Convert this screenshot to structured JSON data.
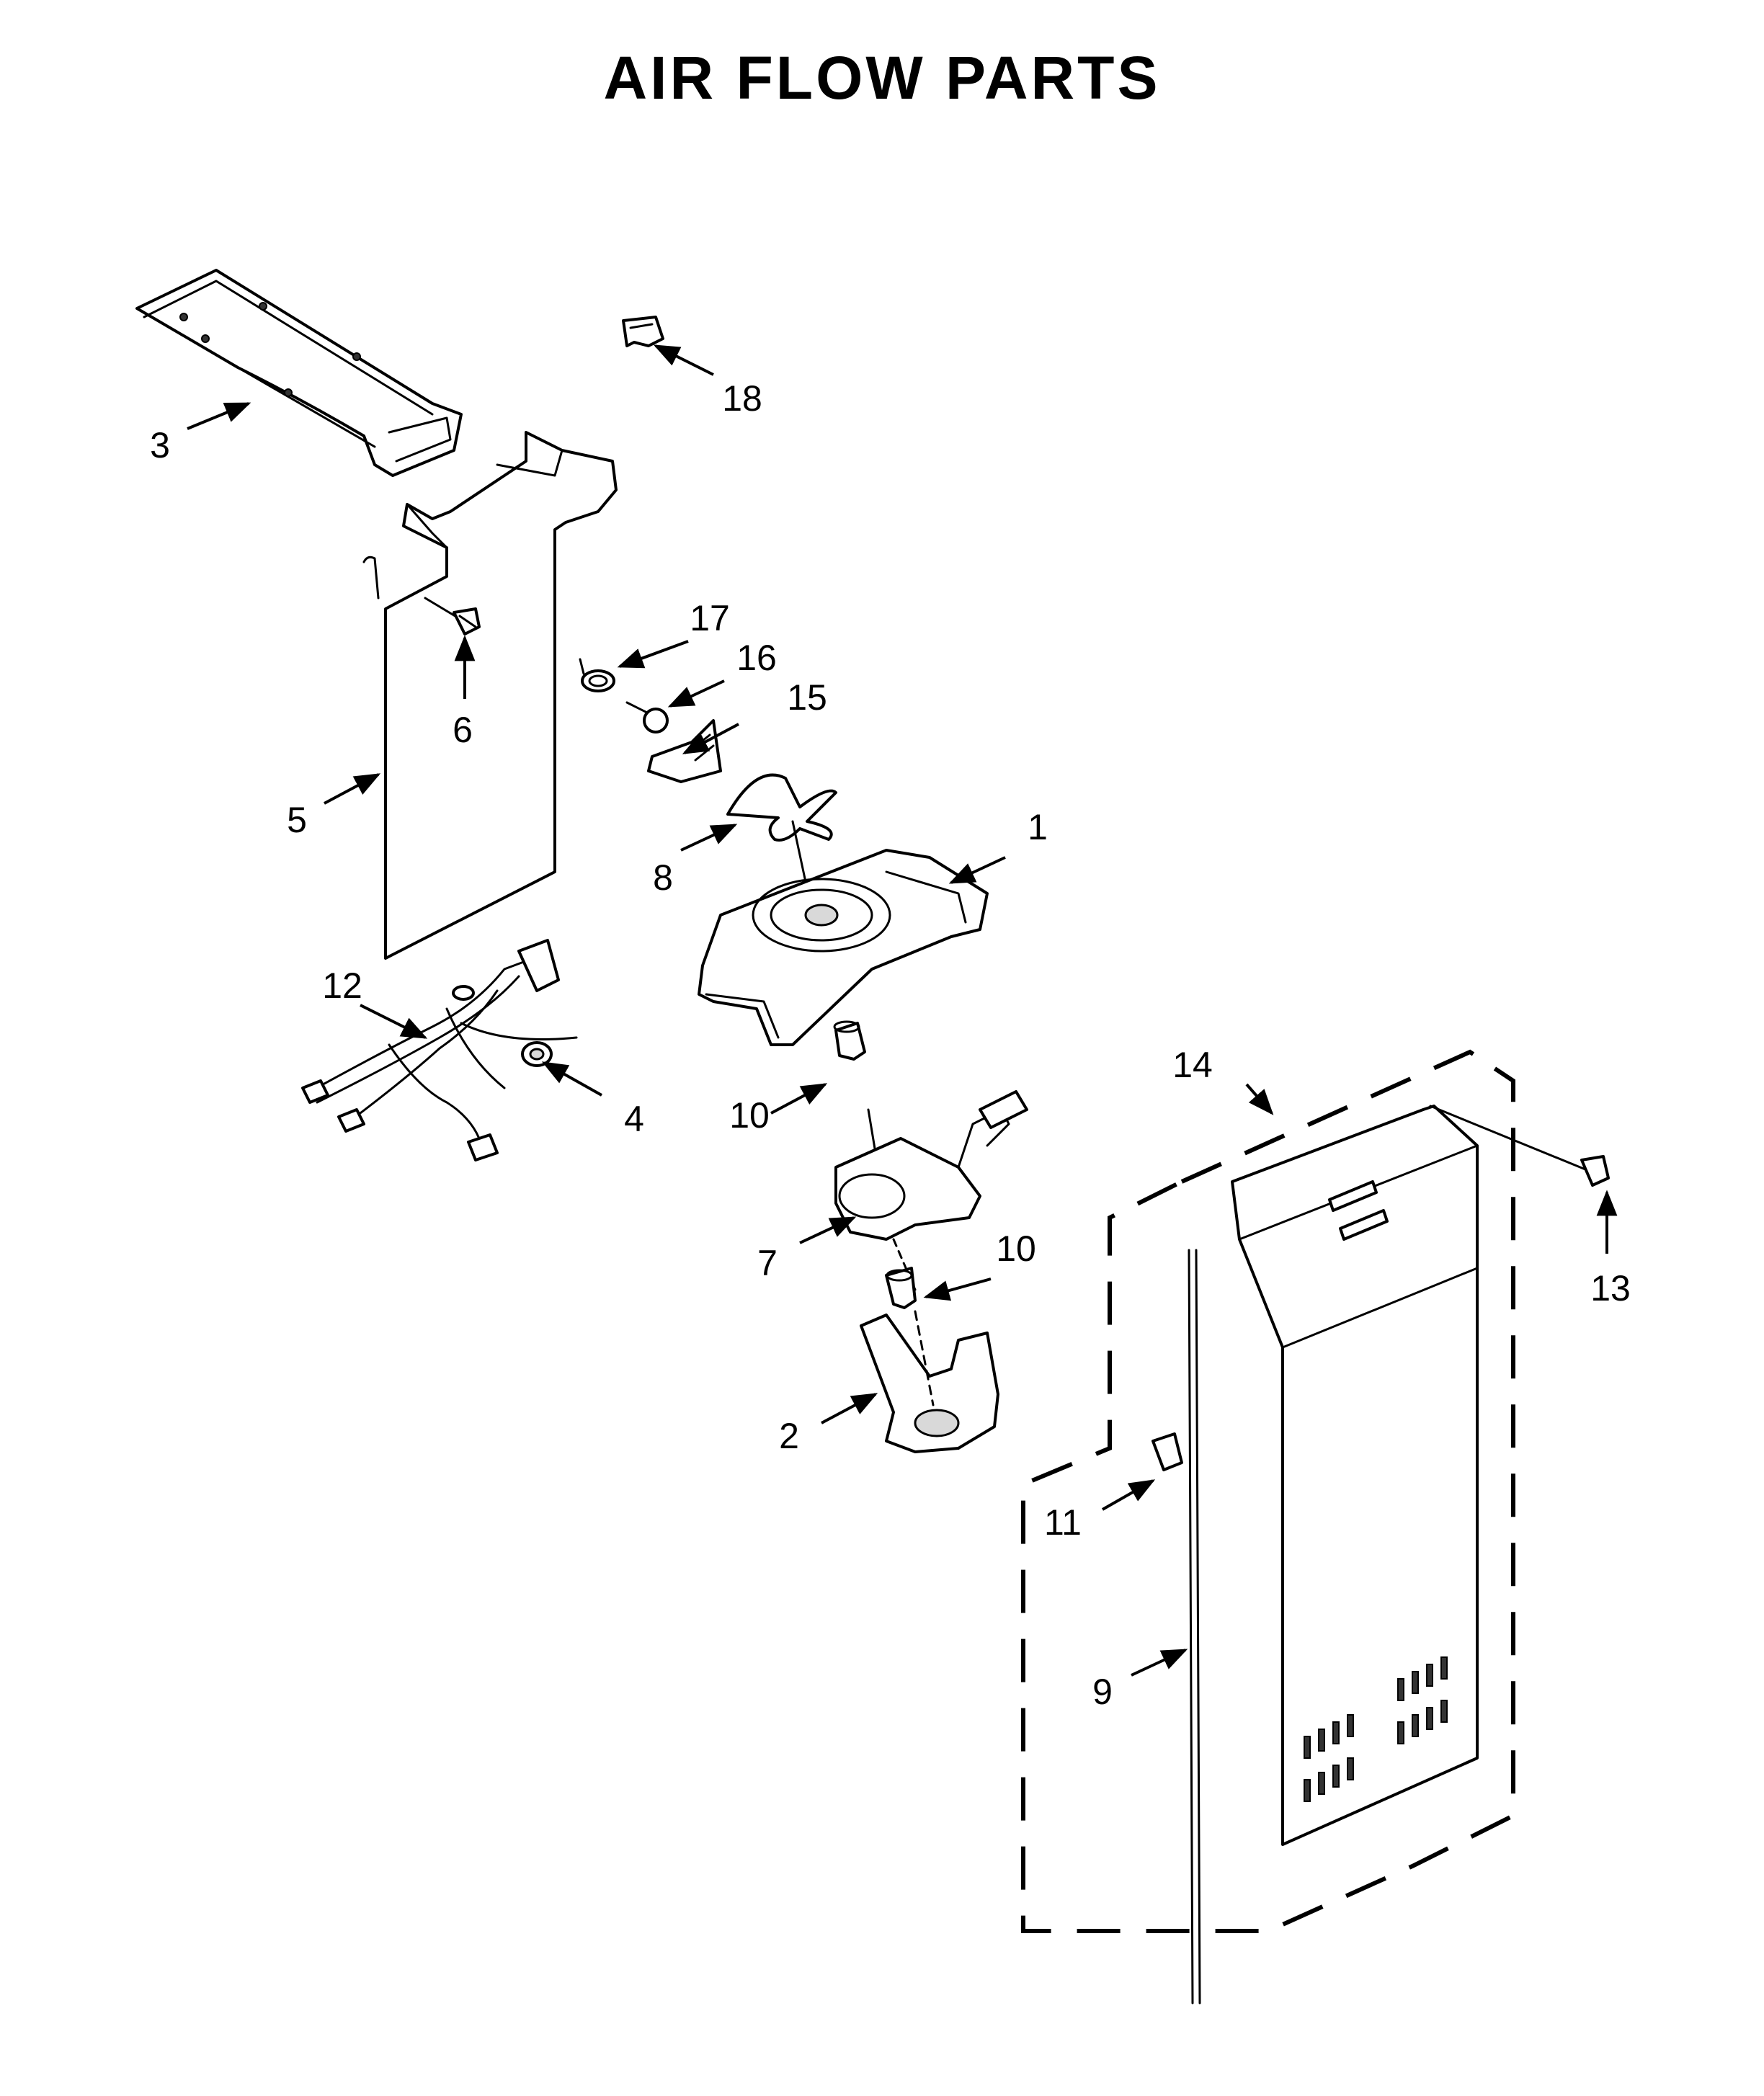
{
  "title": "AIR FLOW PARTS",
  "callouts": [
    "1",
    "2",
    "3",
    "4",
    "5",
    "6",
    "7",
    "8",
    "9",
    "10",
    "10",
    "11",
    "12",
    "13",
    "14",
    "15",
    "16",
    "17",
    "18"
  ]
}
